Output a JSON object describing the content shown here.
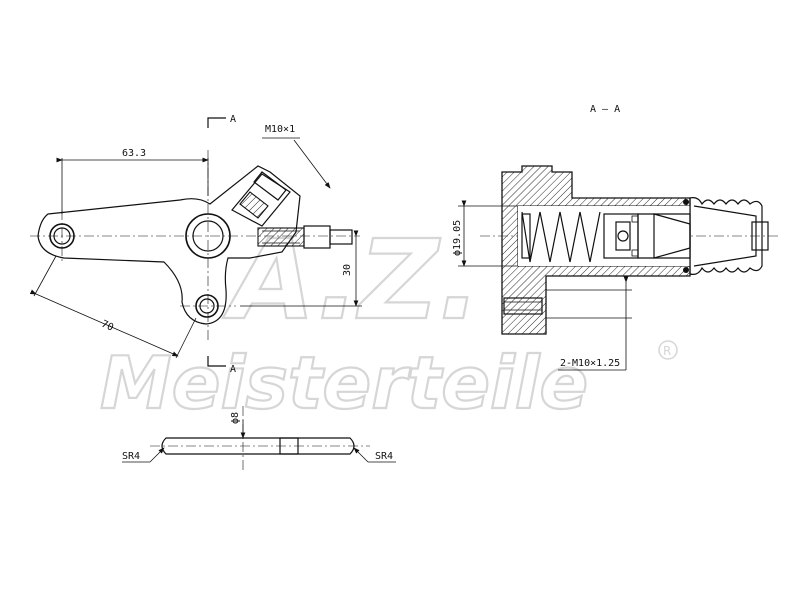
{
  "section_markers": {
    "top": "A",
    "bottom": "A"
  },
  "section_title": "A – A",
  "dimensions": {
    "thread_main": "M10×1",
    "length_63": "63.3",
    "length_70": "70",
    "offset_30": "30",
    "bore_diameter": "ϕ19.05",
    "ports_thread": "2-M10×1.25",
    "pin_diameter": "ϕ8",
    "radius_left": "SR4",
    "radius_right": "SR4"
  },
  "watermark": {
    "logo": "A.Z.",
    "brand": "Meisterteile",
    "reg_mark": "R"
  }
}
